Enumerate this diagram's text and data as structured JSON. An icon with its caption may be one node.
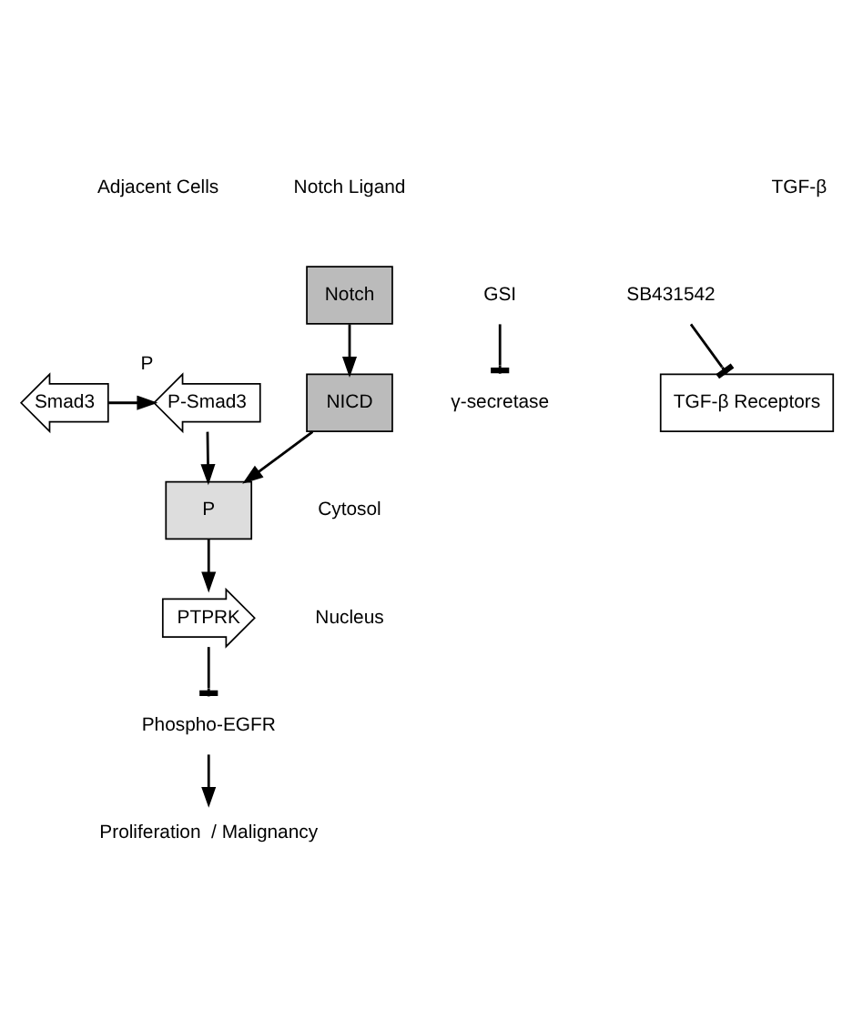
{
  "diagram": {
    "nodes": [
      {
        "text": [
          "Notch"
        ]
      },
      {
        "text": [
          "γ-secretase"
        ]
      },
      {
        "text": [
          "GSI"
        ]
      },
      {
        "text": [
          "NICD"
        ]
      },
      {
        "text": [
          "SB431542"
        ]
      },
      {
        "text": [
          "TGF-β Receptors"
        ]
      },
      {
        "text": [
          "P-Smad3"
        ],
        "beside": [
          "P"
        ]
      },
      {
        "text": [
          "Smad3"
        ]
      },
      {
        "text": [
          "P"
        ]
      },
      {
        "text": [
          "PTPRK"
        ]
      },
      {
        "text": [
          "Phospho-EGFR"
        ]
      },
      {
        "text": [
          "Proliferation  / Malignancy"
        ]
      }
    ],
    "edges": [
      {
        "from": 0,
        "to": 3,
        "arrow": "to"
      },
      {
        "from": 2,
        "to": 1,
        "arrow": "other"
      },
      {
        "from": 4,
        "to": 5,
        "arrow": "other"
      },
      {
        "from": 7,
        "to": 6,
        "arrow": "to"
      },
      {
        "from": 3,
        "to": 8,
        "arrow": "to"
      },
      {
        "from": 6,
        "to": 8,
        "arrow": "to"
      },
      {
        "from": 8,
        "to": 9,
        "arrow": "to"
      },
      {
        "from": 9,
        "to": 10,
        "arrow": "other"
      },
      {
        "from": 10,
        "to": 11,
        "arrow": "to"
      }
    ],
    "labels": [
      "Adjacent Cells",
      "Notch Ligand",
      "TGF-β",
      "Cytosol",
      "Nucleus"
    ]
  }
}
